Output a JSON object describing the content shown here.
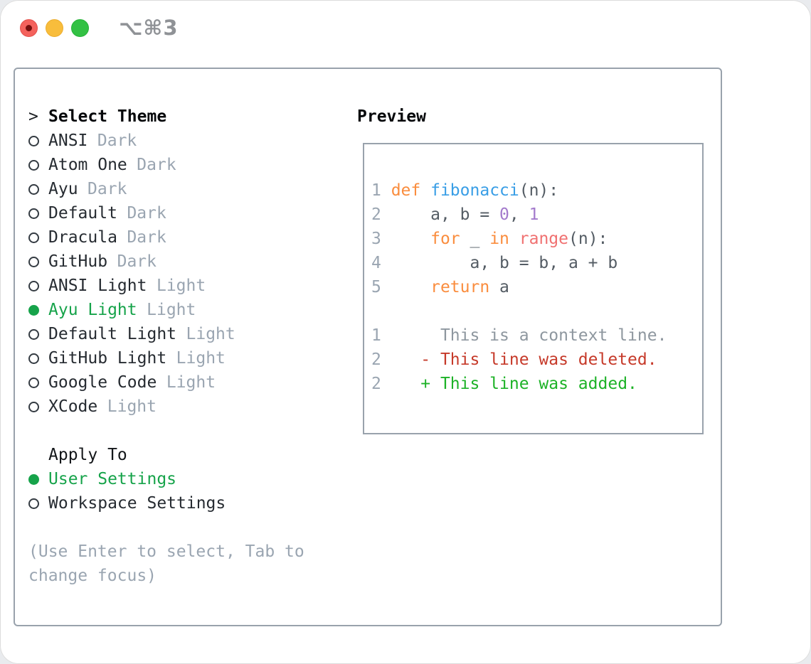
{
  "titlebar": {
    "shortcut": "⌥⌘3"
  },
  "theme_list": {
    "header_prefix": ">",
    "header": "Select Theme",
    "items": [
      {
        "name": "ANSI",
        "tag": "Dark",
        "selected": false
      },
      {
        "name": "Atom One",
        "tag": "Dark",
        "selected": false
      },
      {
        "name": "Ayu",
        "tag": "Dark",
        "selected": false
      },
      {
        "name": "Default",
        "tag": "Dark",
        "selected": false
      },
      {
        "name": "Dracula",
        "tag": "Dark",
        "selected": false
      },
      {
        "name": "GitHub",
        "tag": "Dark",
        "selected": false
      },
      {
        "name": "ANSI Light",
        "tag": "Light",
        "selected": false
      },
      {
        "name": "Ayu Light",
        "tag": "Light",
        "selected": true
      },
      {
        "name": "Default Light",
        "tag": "Light",
        "selected": false
      },
      {
        "name": "GitHub Light",
        "tag": "Light",
        "selected": false
      },
      {
        "name": "Google Code",
        "tag": "Light",
        "selected": false
      },
      {
        "name": "XCode",
        "tag": "Light",
        "selected": false
      }
    ]
  },
  "apply_to": {
    "header": "Apply To",
    "options": [
      {
        "label": "User Settings",
        "selected": true
      },
      {
        "label": "Workspace Settings",
        "selected": false
      }
    ]
  },
  "help_text": "(Use Enter to select, Tab to change focus)",
  "preview": {
    "header": "Preview",
    "code_lines": [
      {
        "num": "1 ",
        "segs": [
          [
            "def",
            "kw"
          ],
          [
            " ",
            "pl"
          ],
          [
            "fibonacci",
            "fn"
          ],
          [
            "(n):",
            "pl"
          ]
        ]
      },
      {
        "num": "2 ",
        "segs": [
          [
            "    a, b = ",
            "pl"
          ],
          [
            "0",
            "cn"
          ],
          [
            ", ",
            "pl"
          ],
          [
            "1",
            "cn"
          ]
        ]
      },
      {
        "num": "3 ",
        "segs": [
          [
            "    ",
            "pl"
          ],
          [
            "for",
            "kw"
          ],
          [
            " _ ",
            "pl"
          ],
          [
            "in",
            "kw"
          ],
          [
            " ",
            "pl"
          ],
          [
            "range",
            "er"
          ],
          [
            "(n):",
            "pl"
          ]
        ]
      },
      {
        "num": "4 ",
        "segs": [
          [
            "        a, b = b, a + b",
            "pl"
          ]
        ]
      },
      {
        "num": "5 ",
        "segs": [
          [
            "    ",
            "pl"
          ],
          [
            "return",
            "kw"
          ],
          [
            " a",
            "pl"
          ]
        ]
      }
    ],
    "diff_lines": [
      {
        "num": "1",
        "segs": [
          [
            "      This is a context line.",
            "ctx"
          ]
        ]
      },
      {
        "num": "2",
        "segs": [
          [
            "    - This line was deleted.",
            "del"
          ]
        ]
      },
      {
        "num": "2",
        "segs": [
          [
            "    + This line was added.",
            "add"
          ]
        ]
      }
    ]
  },
  "colors": {
    "accent_selected_green": "#16a34a",
    "syntax_keyword_orange": "#fa8d3e",
    "syntax_function_blue": "#399ee6",
    "syntax_constant_purple": "#a37acc",
    "syntax_builtin_red": "#f07171",
    "diff_deleted_red": "#c63a2a",
    "diff_added_green": "#1db227",
    "muted_gray": "#9aa5b1",
    "panel_border_gray": "#99a2ac",
    "traffic_red": "#f4625c",
    "traffic_yellow": "#f8bd3c",
    "traffic_green": "#33c144"
  }
}
